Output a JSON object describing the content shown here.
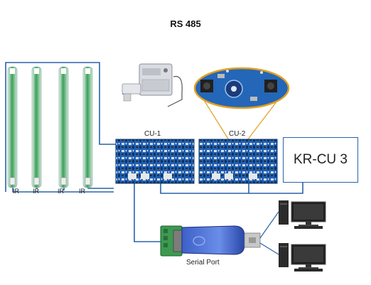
{
  "title": "RS 485",
  "boards": [
    {
      "label": "CU-1"
    },
    {
      "label": "CU-2"
    }
  ],
  "controller_label": "KR-CU 3",
  "ir_sensors": [
    "IR",
    "IR",
    "IR",
    "IR"
  ],
  "serial_label": "Serial Port",
  "colors": {
    "wire": "#2a62a8",
    "board": "#1e5fb3",
    "zoom_outline": "#e0a020",
    "sensor_green": "#3aa05a"
  },
  "icons": [
    "electronic-lock-icon",
    "rotary-switch-board-icon",
    "usb-serial-adapter-icon",
    "desktop-computer-icon"
  ]
}
